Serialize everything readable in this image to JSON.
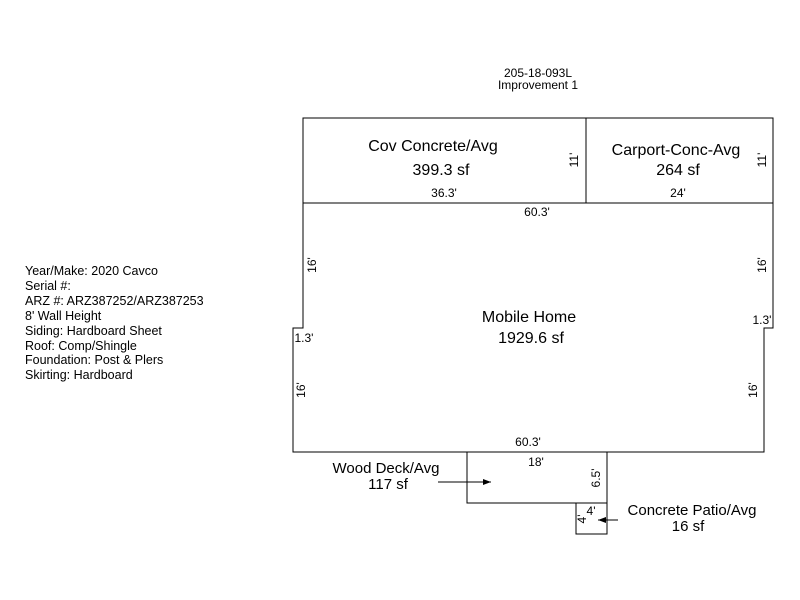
{
  "header": {
    "parcel_id": "205-18-093L",
    "improvement": "Improvement 1"
  },
  "info_lines": [
    "Year/Make: 2020 Cavco",
    "Serial #:",
    "ARZ #: ARZ387252/ARZ387253",
    "8' Wall Height",
    "Siding: Hardboard Sheet",
    "Roof: Comp/Shingle",
    "Foundation: Post & Plers",
    "Skirting: Hardboard"
  ],
  "areas": {
    "cov_concrete": {
      "name": "Cov Concrete/Avg",
      "area": "399.3 sf",
      "dim_width": "36.3'",
      "dim_depth": "11'"
    },
    "carport": {
      "name": "Carport-Conc-Avg",
      "area": "264 sf",
      "dim_width": "24'",
      "dim_depth": "11'"
    },
    "mobile_home": {
      "name": "Mobile Home",
      "area": "1929.6 sf",
      "dim_top": "60.3'",
      "dim_bottom": "60.3'",
      "dim_left_upper": "16'",
      "dim_left_lower": "16'",
      "dim_left_jog": "1.3'",
      "dim_right_upper": "16'",
      "dim_right_lower": "16'",
      "dim_right_jog": "1.3'"
    },
    "wood_deck": {
      "name": "Wood Deck/Avg",
      "area": "117 sf",
      "dim_width": "18'",
      "dim_depth": "6.5'"
    },
    "concrete_patio": {
      "name": "Concrete Patio/Avg",
      "area": "16 sf",
      "dim_width": "4'",
      "dim_depth": "4'"
    }
  }
}
